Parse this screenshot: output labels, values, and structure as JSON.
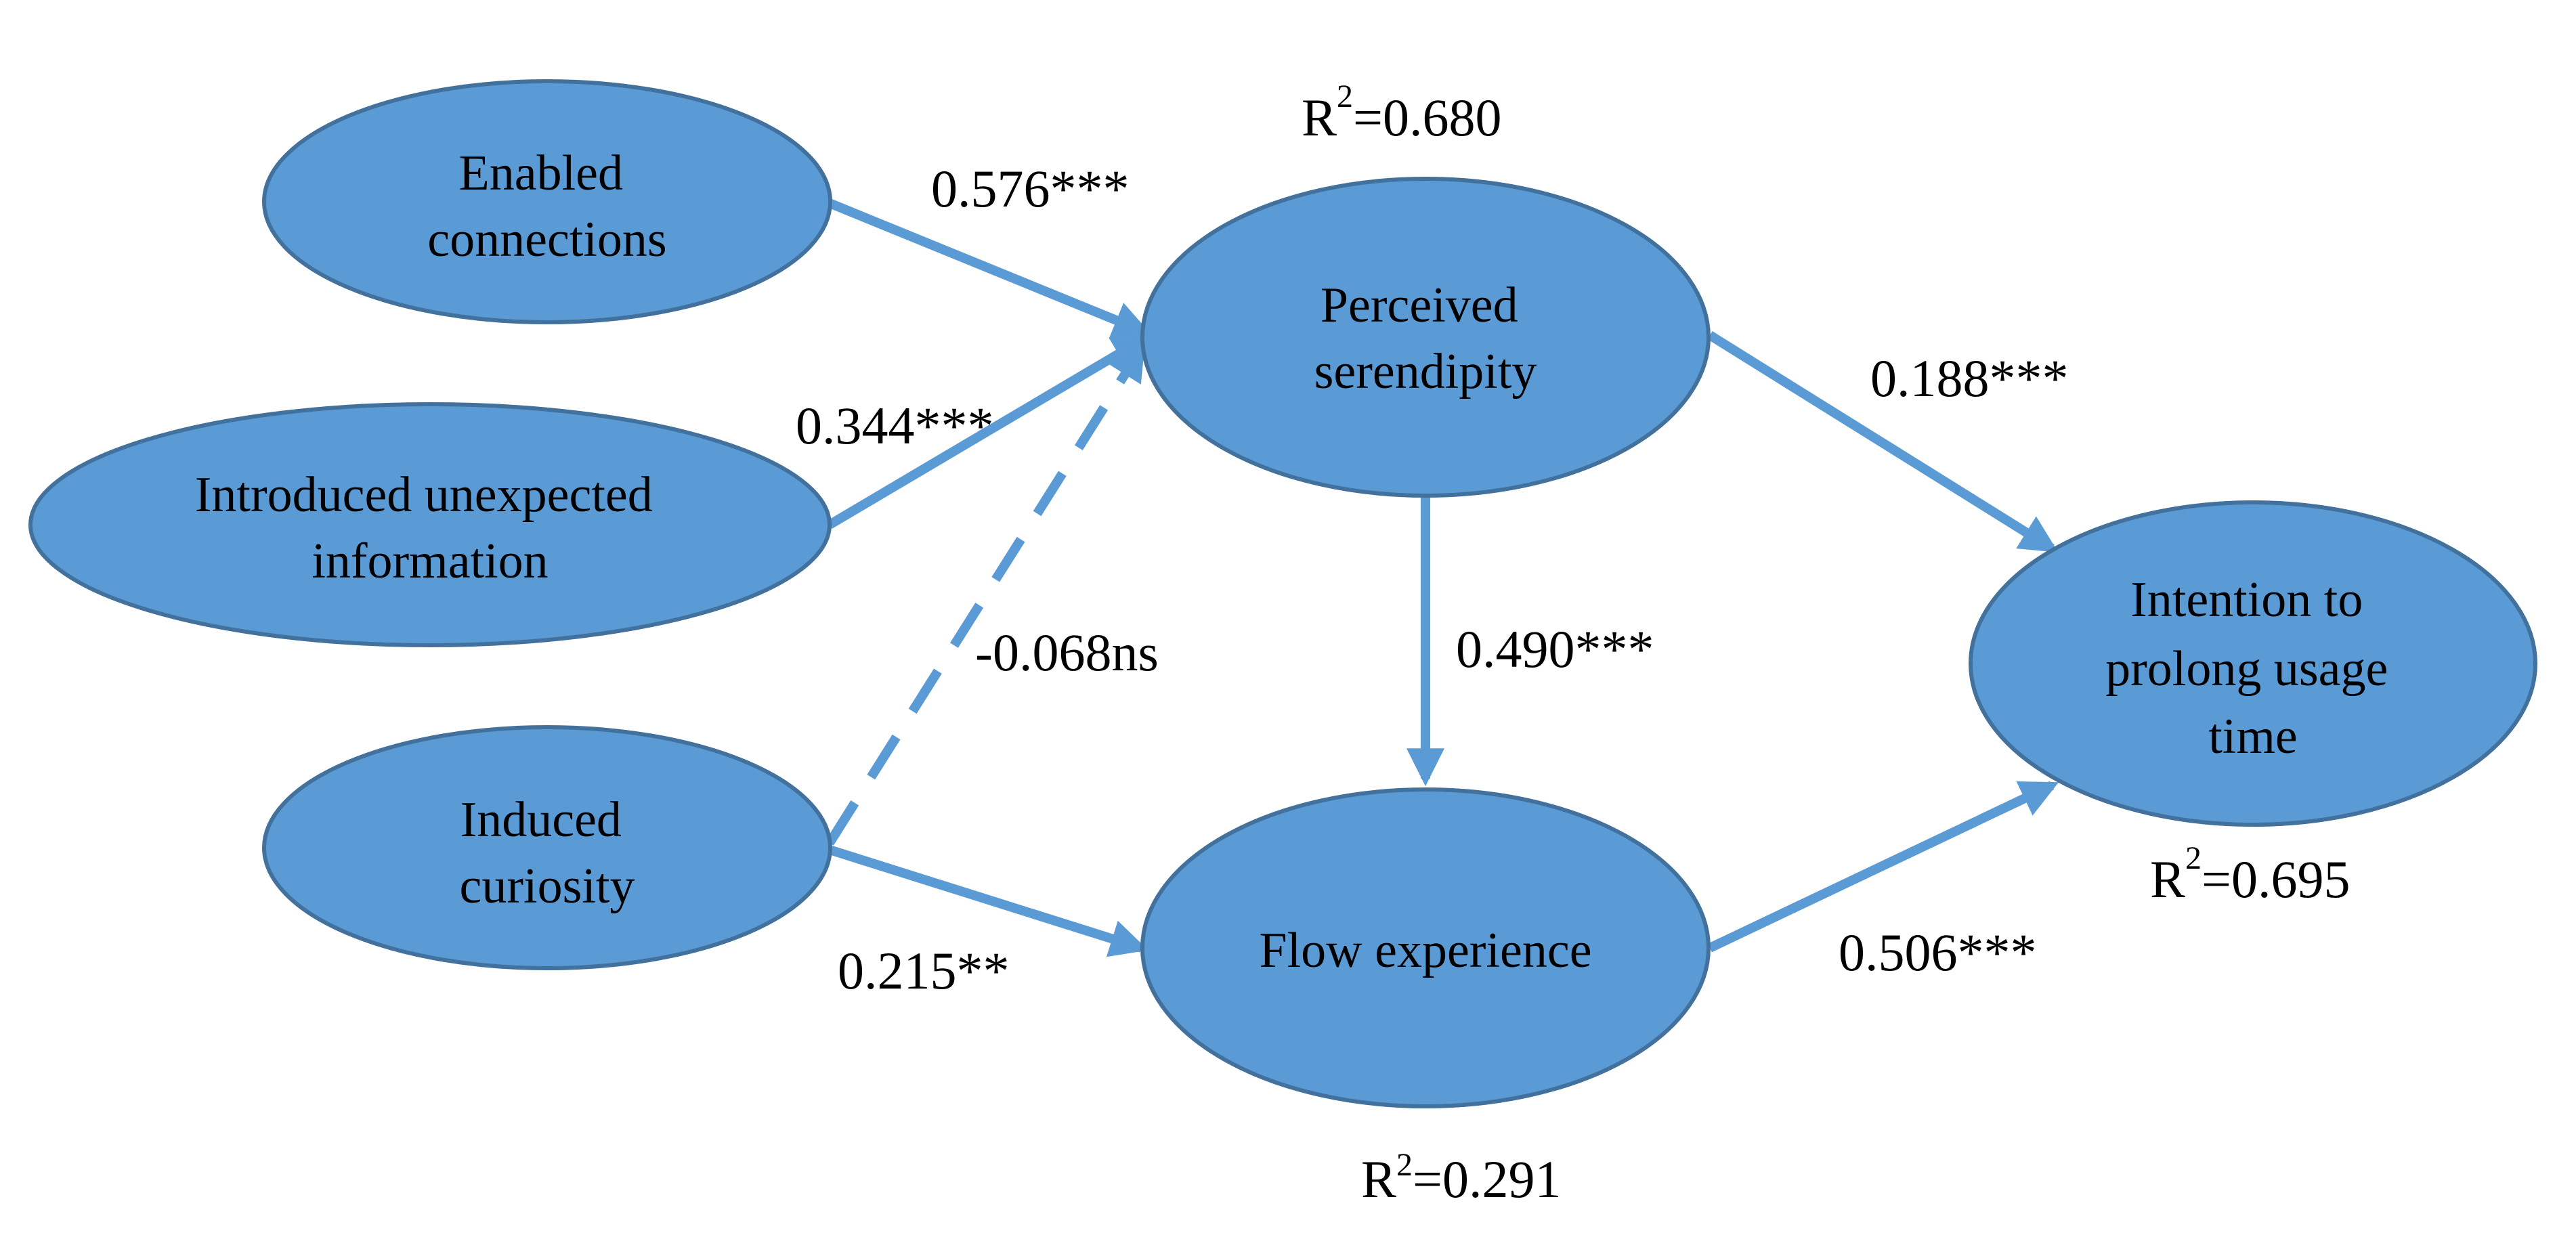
{
  "colors": {
    "node_fill": "#5B9BD5",
    "node_stroke": "#41719C",
    "arrow": "#5B9BD5",
    "text": "#000000"
  },
  "nodes": {
    "enabled_connections": {
      "lines": [
        "Enabled",
        "connections"
      ]
    },
    "introduced_unexpected_information": {
      "lines": [
        "Introduced unexpected",
        "information"
      ]
    },
    "induced_curiosity": {
      "lines": [
        "Induced",
        "curiosity"
      ]
    },
    "perceived_serendipity": {
      "lines": [
        "Perceived",
        "serendipity"
      ]
    },
    "flow_experience": {
      "lines": [
        "Flow experience"
      ]
    },
    "intention_to_prolong_usage_time": {
      "lines": [
        "Intention to",
        "prolong usage",
        "time"
      ]
    }
  },
  "edges": [
    {
      "id": "ec-ps",
      "from": "Enabled connections",
      "to": "Perceived serendipity",
      "label": "0.576***",
      "style": "solid"
    },
    {
      "id": "iui-ps",
      "from": "Introduced unexpected information",
      "to": "Perceived serendipity",
      "label": "0.344***",
      "style": "solid"
    },
    {
      "id": "ic-ps",
      "from": "Induced curiosity",
      "to": "Perceived serendipity",
      "label": "-0.068ns",
      "style": "dashed"
    },
    {
      "id": "ic-fe",
      "from": "Induced curiosity",
      "to": "Flow experience",
      "label": "0.215**",
      "style": "solid"
    },
    {
      "id": "ps-fe",
      "from": "Perceived serendipity",
      "to": "Flow experience",
      "label": "0.490***",
      "style": "solid"
    },
    {
      "id": "ps-ip",
      "from": "Perceived serendipity",
      "to": "Intention to prolong usage time",
      "label": "0.188***",
      "style": "solid"
    },
    {
      "id": "fe-ip",
      "from": "Flow experience",
      "to": "Intention to prolong usage time",
      "label": "0.506***",
      "style": "solid"
    }
  ],
  "r_squared": {
    "perceived_serendipity": {
      "prefix": "R",
      "exp": "2",
      "value": "=0.680"
    },
    "flow_experience": {
      "prefix": "R",
      "exp": "2",
      "value": "=0.291"
    },
    "intention_to_prolong_usage_time": {
      "prefix": "R",
      "exp": "2",
      "value": "=0.695"
    }
  }
}
